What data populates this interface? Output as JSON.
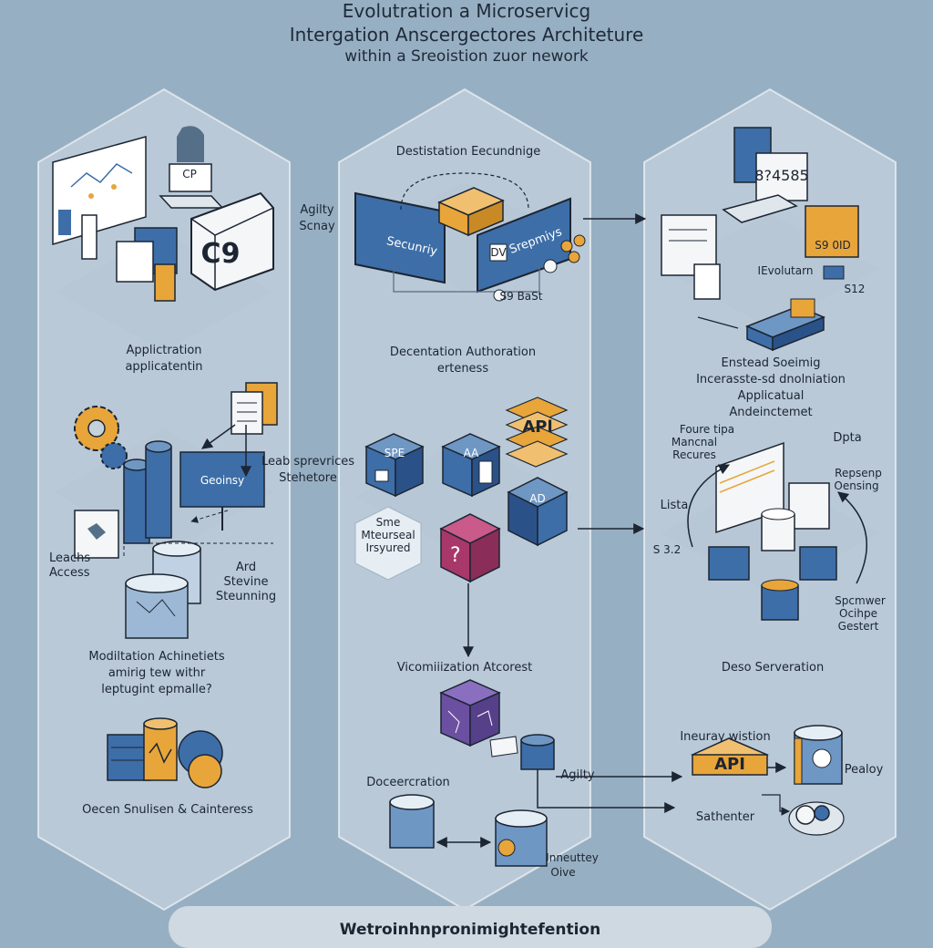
{
  "title": {
    "line1": "Evolutration a Microservicg",
    "line2": "Intergation Anscergectores Architeture",
    "line3": "within a Sreoistion zuor nework"
  },
  "left_panel": {
    "app_label_1": "Applictration",
    "app_label_2": "applicatentin",
    "cube_letters": "C9",
    "screen_text": "CP",
    "leads_1": "Leachs",
    "leads_2": "Access",
    "monitor_text": "Geoinsy",
    "ard_1": "Ard",
    "ard_2": "Stevine",
    "ard_3": "Steunning",
    "mod_1": "Modiltation Achinetiets",
    "mod_2": "amirig tew withr",
    "mod_3": "leptugint epmalle?",
    "ocean": "Oecen Snulisen & Cainteress"
  },
  "middle_panel": {
    "top_label": "Destistation Eecundnige",
    "agility_1": "Agilty",
    "agility_2": "Scnay",
    "box_left": "Secunriy",
    "box_right": "Srepmiys",
    "box_right_badge": "DV",
    "small_num": "S9 BaSt",
    "dec_1": "Decentation Authoration",
    "dec_2": "erteness",
    "leab_1": "Leab sprevrices",
    "leab_2": "Stehetore",
    "cube_spe": "SPE",
    "cube_aa": "AA",
    "cube_ad": "AD",
    "api_stack": "APl",
    "sme_1": "Sme",
    "sme_2": "Mteurseal",
    "sme_3": "Irsyured",
    "vic": "Vicomiiization Atcorest",
    "agility_bottom": "Agilty",
    "doce": "Doceercration",
    "inne_1": "Inneuttey",
    "inne_2": "Oive"
  },
  "right_panel": {
    "number": "8?4585",
    "tag": "S9 0ID",
    "ievo": "IEvolutarn",
    "val": "S12",
    "ens_1": "Enstead Soeimig",
    "ens_2": "Incerasste-sd dnolniation",
    "ens_3": "Applicatual",
    "ens_4": "Andeinctemet",
    "four_1": "Foure tipa",
    "four_2": "Mancnal",
    "four_3": "Recures",
    "dpta": "Dpta",
    "rep_1": "Repsenp",
    "rep_2": "Oensing",
    "lista": "Lista",
    "s32": "S 3.2",
    "spam_1": "Spcmwer",
    "spam_2": "Ocihpe",
    "spam_3": "Gestert",
    "deso": "Deso Serveration",
    "ineu": "Ineuray wistion",
    "api": "API",
    "pealoy": "Pealoy",
    "sath": "Sathenter"
  },
  "footer": {
    "text": "Wetroinhnpronimightefention"
  },
  "colors": {
    "background": "#97afc2",
    "panel": "#c4d2dd",
    "blue": "#3d6ea8",
    "orange": "#e8a53a",
    "dark": "#1c2532",
    "magenta": "#a8386a",
    "purple": "#6b4fa0"
  }
}
